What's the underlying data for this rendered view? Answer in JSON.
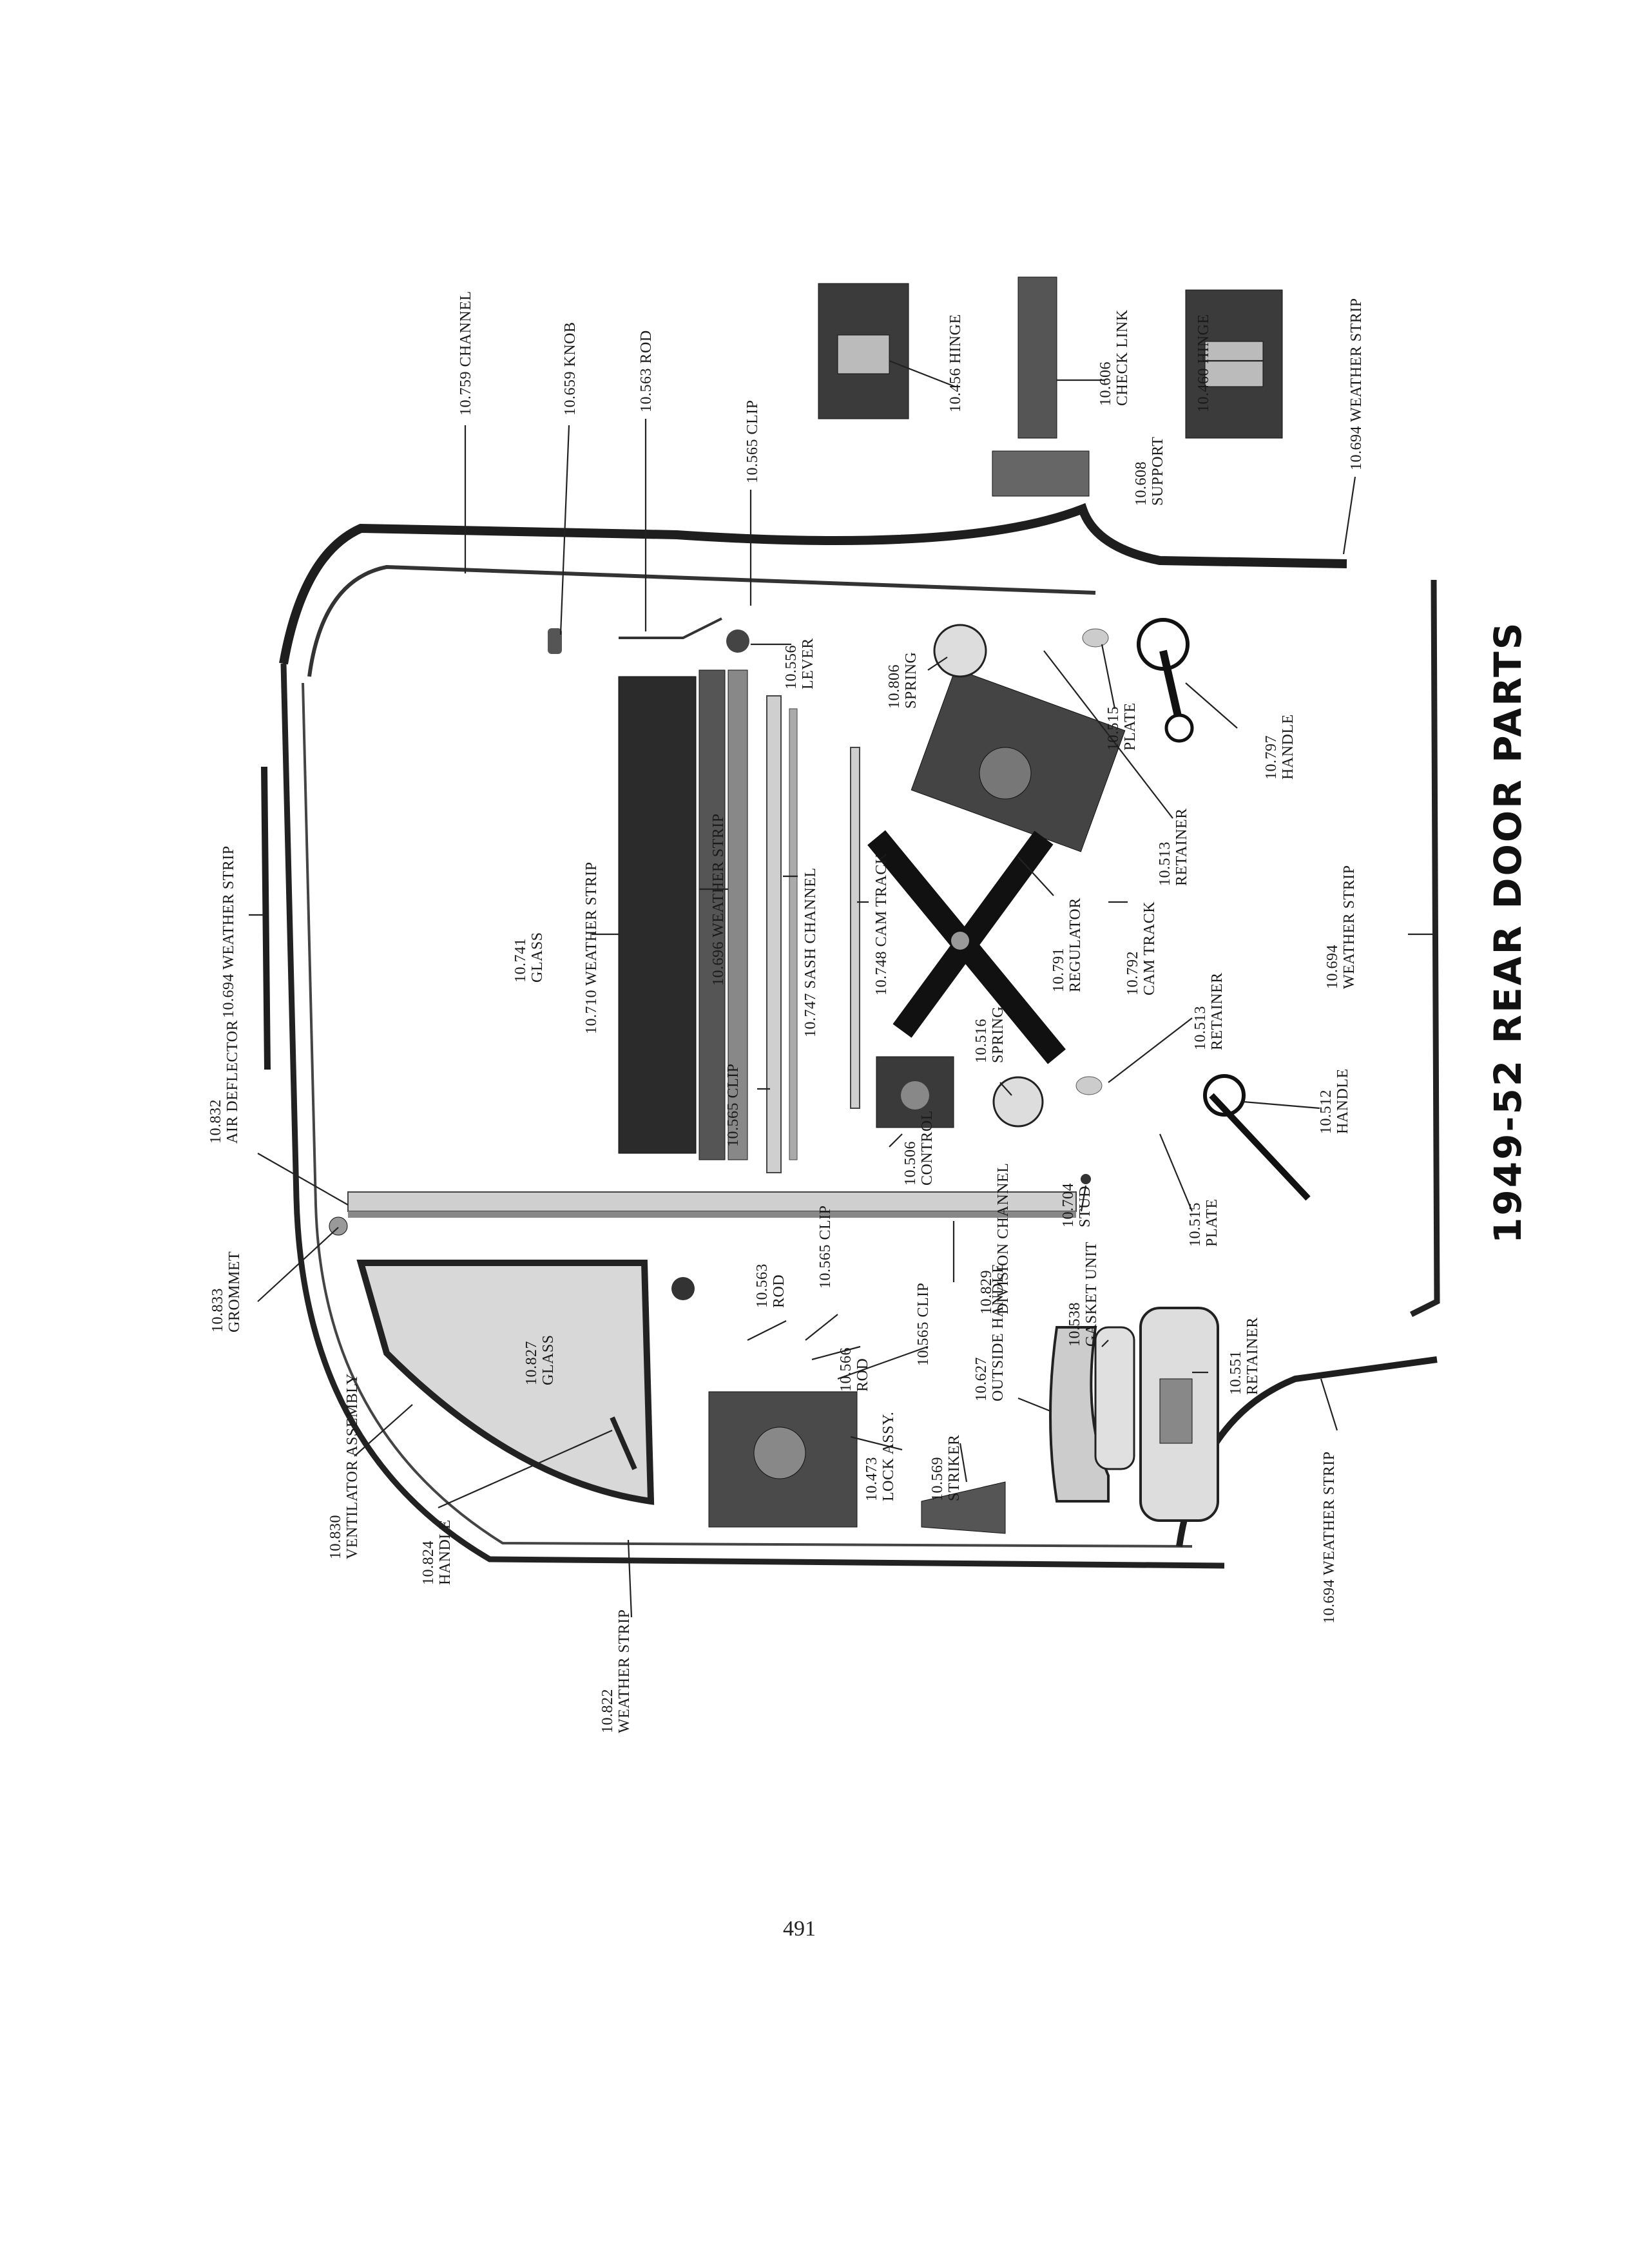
{
  "title": "1949-52 REAR DOOR PARTS",
  "page_number": "491",
  "parts": [
    {
      "id": "p10759",
      "num": "10.759",
      "name": "CHANNEL"
    },
    {
      "id": "p10659",
      "num": "10.659",
      "name": "KNOB"
    },
    {
      "id": "p10563a",
      "num": "10.563",
      "name": "ROD"
    },
    {
      "id": "p10565a",
      "num": "10.565",
      "name": "CLIP"
    },
    {
      "id": "p10456",
      "num": "10.456",
      "name": "HINGE"
    },
    {
      "id": "p10606",
      "num": "10.606",
      "name": "CHECK LINK"
    },
    {
      "id": "p10460",
      "num": "10.460",
      "name": "HINGE"
    },
    {
      "id": "p10608",
      "num": "10.608",
      "name": "SUPPORT"
    },
    {
      "id": "p10694a",
      "num": "10.694",
      "name": "WEATHER STRIP"
    },
    {
      "id": "p10556",
      "num": "10.556",
      "name": "LEVER"
    },
    {
      "id": "p10806",
      "num": "10.806",
      "name": "SPRING"
    },
    {
      "id": "p10515a",
      "num": "10.515",
      "name": "PLATE"
    },
    {
      "id": "p10797",
      "num": "10.797",
      "name": "HANDLE"
    },
    {
      "id": "p10513a",
      "num": "10.513",
      "name": "RETAINER"
    },
    {
      "id": "p10694b",
      "num": "10.694",
      "name": "WEATHER STRIP"
    },
    {
      "id": "p10741",
      "num": "10.741",
      "name": "GLASS"
    },
    {
      "id": "p10710",
      "num": "10.710",
      "name": "WEATHER STRIP"
    },
    {
      "id": "p10696",
      "num": "10.696",
      "name": "WEATHER STRIP"
    },
    {
      "id": "p10747",
      "num": "10.747",
      "name": "SASH CHANNEL"
    },
    {
      "id": "p10748",
      "num": "10.748",
      "name": "CAM TRACK"
    },
    {
      "id": "p10791",
      "num": "10.791",
      "name": "REGULATOR"
    },
    {
      "id": "p10792",
      "num": "10.792",
      "name": "CAM TRACK"
    },
    {
      "id": "p10694c",
      "num": "10.694",
      "name": "WEATHER STRIP"
    },
    {
      "id": "p10832",
      "num": "10.832",
      "name": "AIR DEFLECTOR"
    },
    {
      "id": "p10565b",
      "num": "10.565",
      "name": "CLIP"
    },
    {
      "id": "p10516",
      "num": "10.516",
      "name": "SPRING"
    },
    {
      "id": "p10513b",
      "num": "10.513",
      "name": "RETAINER"
    },
    {
      "id": "p10506",
      "num": "10.506",
      "name": "CONTROL"
    },
    {
      "id": "p10512",
      "num": "10.512",
      "name": "HANDLE"
    },
    {
      "id": "p10704",
      "num": "10.704",
      "name": "STUD"
    },
    {
      "id": "p10515b",
      "num": "10.515",
      "name": "PLATE"
    },
    {
      "id": "p10833",
      "num": "10.833",
      "name": "GROMMET"
    },
    {
      "id": "p10563b",
      "num": "10.563",
      "name": "ROD"
    },
    {
      "id": "p10565c",
      "num": "10.565",
      "name": "CLIP"
    },
    {
      "id": "p10829",
      "num": "10.829",
      "name": "DIVISION CHANNEL"
    },
    {
      "id": "p10566",
      "num": "10.566",
      "name": "ROD"
    },
    {
      "id": "p10565d",
      "num": "10.565",
      "name": "CLIP"
    },
    {
      "id": "p10627",
      "num": "10.627",
      "name": "OUTSIDE HANDLE"
    },
    {
      "id": "p10538",
      "num": "10.538",
      "name": "GASKET UNIT"
    },
    {
      "id": "p10551",
      "num": "10.551",
      "name": "RETAINER"
    },
    {
      "id": "p10827",
      "num": "10.827",
      "name": "GLASS"
    },
    {
      "id": "p10830",
      "num": "10.830",
      "name": "VENTILATOR ASSEMBLY"
    },
    {
      "id": "p10824",
      "num": "10.824",
      "name": "HANDLE"
    },
    {
      "id": "p10569",
      "num": "10.569",
      "name": "STRIKER"
    },
    {
      "id": "p10473",
      "num": "10.473",
      "name": "LOCK ASSY."
    },
    {
      "id": "p10694d",
      "num": "10.694",
      "name": "WEATHER STRIP"
    },
    {
      "id": "p10822",
      "num": "10.822",
      "name": "WEATHER STRIP"
    }
  ]
}
